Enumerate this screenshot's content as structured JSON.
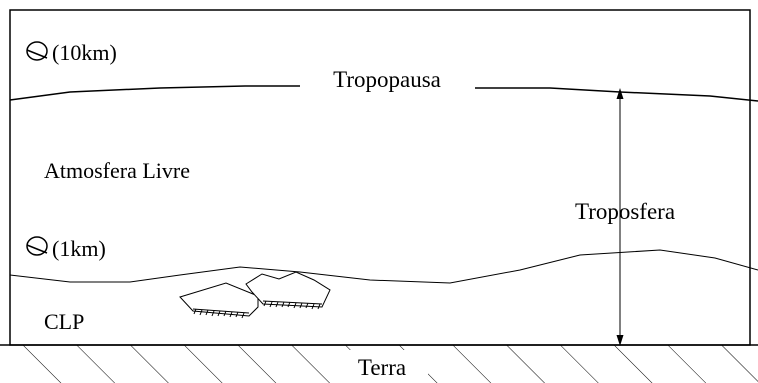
{
  "labels": {
    "top_altitude": "(10km)",
    "tropopause": "Tropopausa",
    "free_atmosphere": "Atmosfera Livre",
    "troposphere": "Troposfera",
    "low_altitude": "(1km)",
    "boundary_layer": "CLP",
    "ground": "Terra"
  },
  "icons": {
    "top_marker": "theta-icon",
    "low_marker": "theta-icon"
  }
}
